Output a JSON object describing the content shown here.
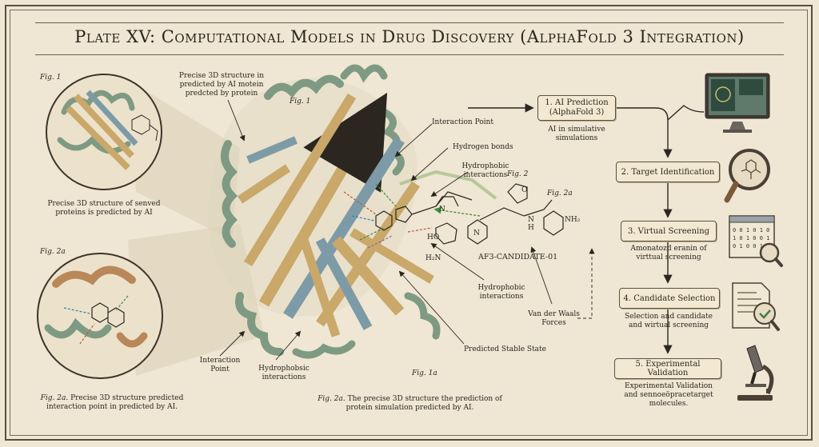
{
  "title": "Plate XV: Computational Models in Drug Discovery (AlphaFold 3 Integration)",
  "figures": {
    "fig1_corner": "Fig. 1",
    "fig1_main": "Fig. 1",
    "fig2": "Fig. 2",
    "fig2a_corner": "Fig. 2a",
    "fig2a_right": "Fig. 2a",
    "fig1a": "Fig. 1a"
  },
  "labels": {
    "precise_structure_top": "Precise 3D structure in predicted by AI motein predcted by protein",
    "circle1_caption": "Precise 3D structure of senved proteins is predicted by AI",
    "interaction_point_top": "Interaction Point",
    "hydrogen_bonds": "Hydrogen bonds",
    "hydrophobic_top": "Hydrophobic interactions",
    "candidate": "AF3-CANDIDATE-01",
    "hydrophobic_mid": "Hydrophobic interactions",
    "van_der_waals": "Van der Waals Forces",
    "predicted_stable": "Predicted Stable State",
    "interaction_point_bottom": "Interaction Point",
    "hydrophobsic": "Hydrophobsic interactions",
    "circle2_caption_fig": "Fig. 2a.",
    "circle2_caption": "Precise 3D structure predicted interaction point in predicted by AI.",
    "bottom_caption_fig": "Fig. 2a.",
    "bottom_caption": "The precise 3D structure the prediction of protein simulation predicted by AI."
  },
  "atoms": {
    "o": "O",
    "ho": "HO",
    "h2n": "H₂N",
    "n1": "N",
    "n2": "N",
    "nh": "N\nH",
    "nh2": "NH₂"
  },
  "workflow": {
    "step1": "1. AI Prediction (AlphaFold 3)",
    "step1_note": "AI in simulative simulations",
    "step2": "2. Target Identification",
    "step3": "3. Virtual Screening",
    "step3_note": "Amonatozd eranin of virttual screening",
    "step4": "4. Candidate Selection",
    "step4_note": "Selection and candidate and wirtual screening",
    "step5": "5. Experimental Validation",
    "step5_note": "Experimental Validation and sennoeöpracetarget molecules."
  },
  "colors": {
    "background": "#efe6d3",
    "helix_green": "#7f9a82",
    "strand_gold": "#c9a86a",
    "strand_blue": "#7d9ba6",
    "ink": "#2b2620"
  },
  "icons": [
    "computer-monitor-icon",
    "magnifier-molecule-icon",
    "screening-grid-icon",
    "checklist-document-icon",
    "microscope-icon"
  ]
}
